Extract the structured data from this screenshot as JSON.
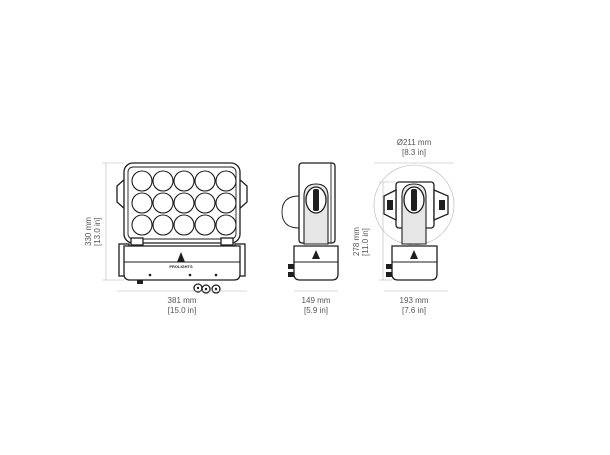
{
  "drawing": {
    "front_view": {
      "brand_text": "PROLIGHTS",
      "width_mm": "381 mm",
      "width_in": "[15.0 in]",
      "height_mm": "330 mm",
      "height_in": "[13.0 in]"
    },
    "side_view": {
      "depth_mm": "149 mm",
      "depth_in": "[5.9 in]"
    },
    "rear_view": {
      "diameter_mm": "Ø211 mm",
      "diameter_in": "[8.3 in]",
      "height_mm": "278 mm",
      "height_in": "[11.0 in]",
      "width_mm": "193 mm",
      "width_in": "[7.6 in]"
    }
  },
  "colors": {
    "line": "#1e1e1e",
    "dimension_line": "#b5b5b5",
    "dimension_text": "#555555",
    "background": "#ffffff"
  }
}
